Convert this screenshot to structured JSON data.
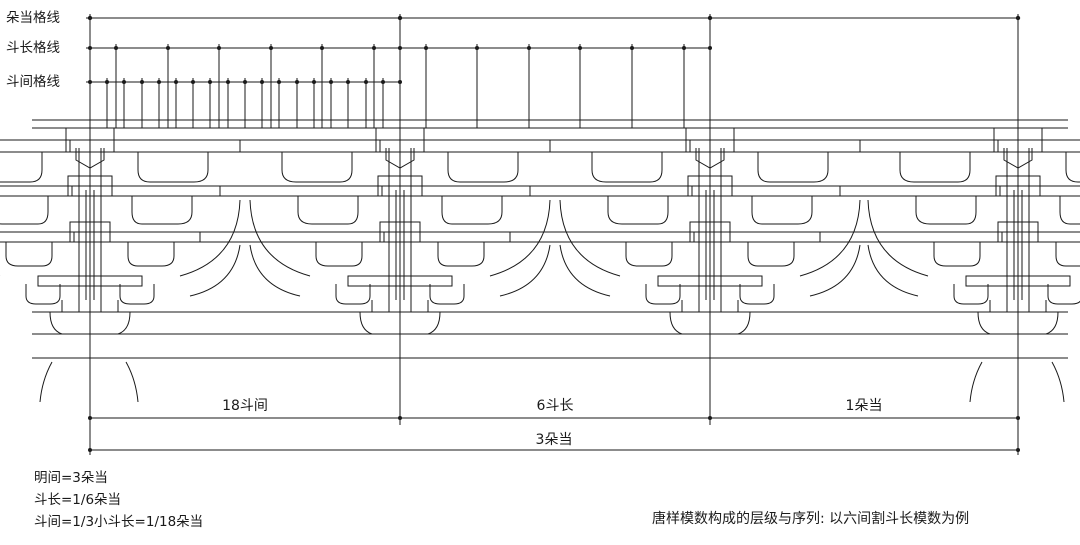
{
  "grid_labels": {
    "duodang": "朵当格线",
    "douchang": "斗长格线",
    "doujian": "斗间格线"
  },
  "dimensions": {
    "span_18_doujian": "18斗间",
    "span_6_douchang": "6斗长",
    "span_1_duodang": "1朵当",
    "total_3_duodang": "3朵当"
  },
  "formulas": [
    "明间=3朵当",
    "斗长=1/6朵当",
    "斗间=1/3小斗长=1/18朵当"
  ],
  "caption": "唐样模数构成的层级与序列: 以六间割斗长模数为例",
  "colors": {
    "line": "#1a1a1a",
    "background": "#ffffff"
  }
}
